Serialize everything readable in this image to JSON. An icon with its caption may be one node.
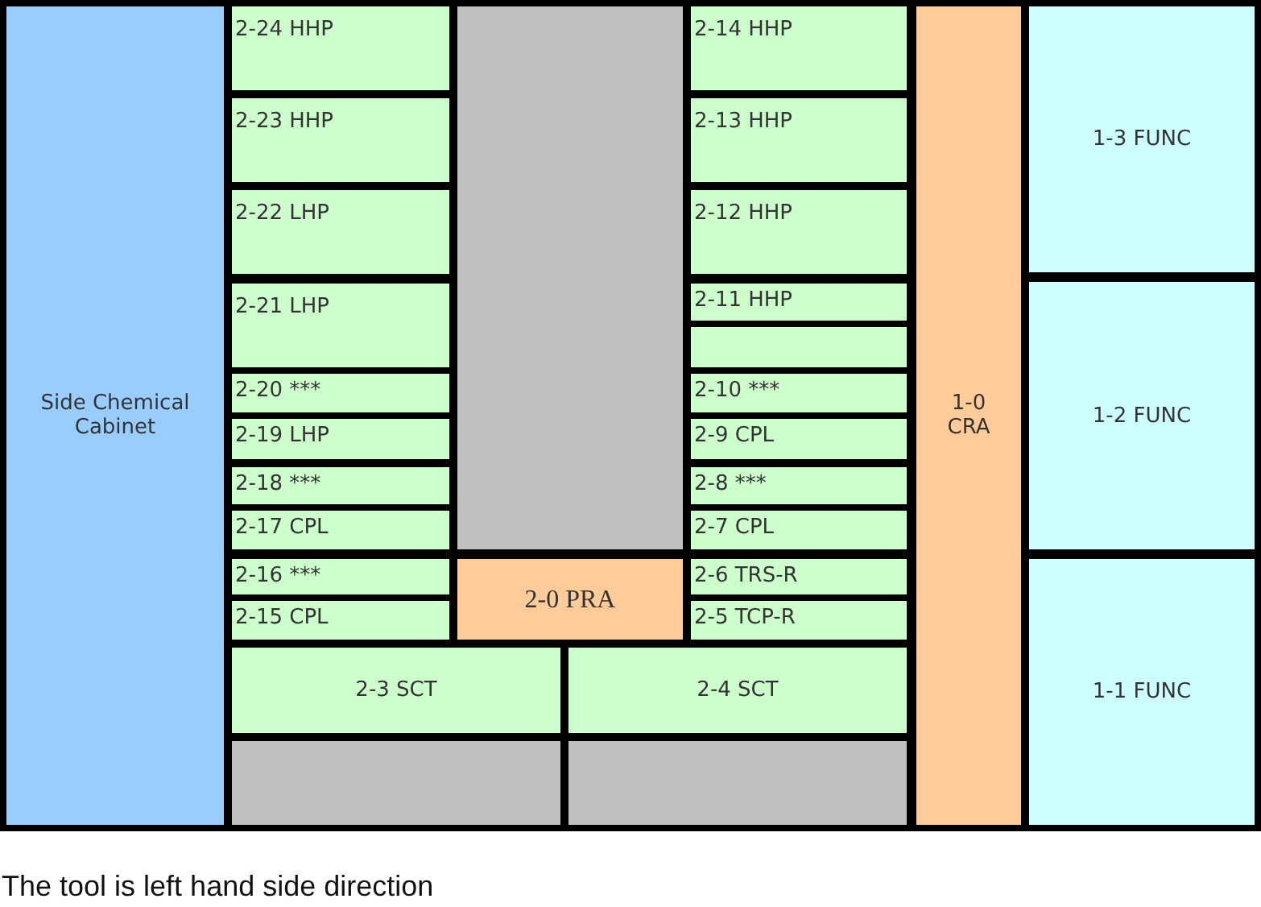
{
  "diagram": {
    "caption": "The tool is left hand side direction",
    "nodes": [
      {
        "text": [
          "Side Chemical Cabinet"
        ]
      },
      {
        "text": [
          "2-24 HHP"
        ]
      },
      {
        "text": [
          "2-23 HHP"
        ]
      },
      {
        "text": [
          "2-22 LHP"
        ]
      },
      {
        "text": [
          "2-21 LHP"
        ]
      },
      {
        "text": [
          "2-20 ***"
        ]
      },
      {
        "text": [
          "2-19 LHP"
        ]
      },
      {
        "text": [
          "2-18 ***"
        ]
      },
      {
        "text": [
          "2-17 CPL"
        ]
      },
      {
        "text": [
          "2-16 ***"
        ]
      },
      {
        "text": [
          "2-15 CPL"
        ]
      },
      {
        "text": [],
        "shape": "box"
      },
      {
        "text": [
          "2-0 PRA"
        ]
      },
      {
        "text": [
          "2-14 HHP"
        ]
      },
      {
        "text": [
          "2-13 HHP"
        ]
      },
      {
        "text": [
          "2-12 HHP"
        ]
      },
      {
        "text": [
          "2-11 HHP"
        ]
      },
      {
        "text": [],
        "shape": "box"
      },
      {
        "text": [
          "2-10 ***"
        ]
      },
      {
        "text": [
          "2-9 CPL"
        ]
      },
      {
        "text": [
          "2-8 ***"
        ]
      },
      {
        "text": [
          "2-7 CPL"
        ]
      },
      {
        "text": [
          "2-6 TRS-R"
        ]
      },
      {
        "text": [
          "2-5 TCP-R"
        ]
      },
      {
        "text": [
          "2-3 SCT"
        ]
      },
      {
        "text": [
          "2-4 SCT"
        ]
      },
      {
        "text": [],
        "shape": "box"
      },
      {
        "text": [],
        "shape": "box"
      },
      {
        "text": [
          "1-0 CRA"
        ]
      },
      {
        "text": [
          "1-3 FUNC"
        ]
      },
      {
        "text": [
          "1-2 FUNC"
        ]
      },
      {
        "text": [
          "1-1 FUNC"
        ]
      }
    ]
  }
}
